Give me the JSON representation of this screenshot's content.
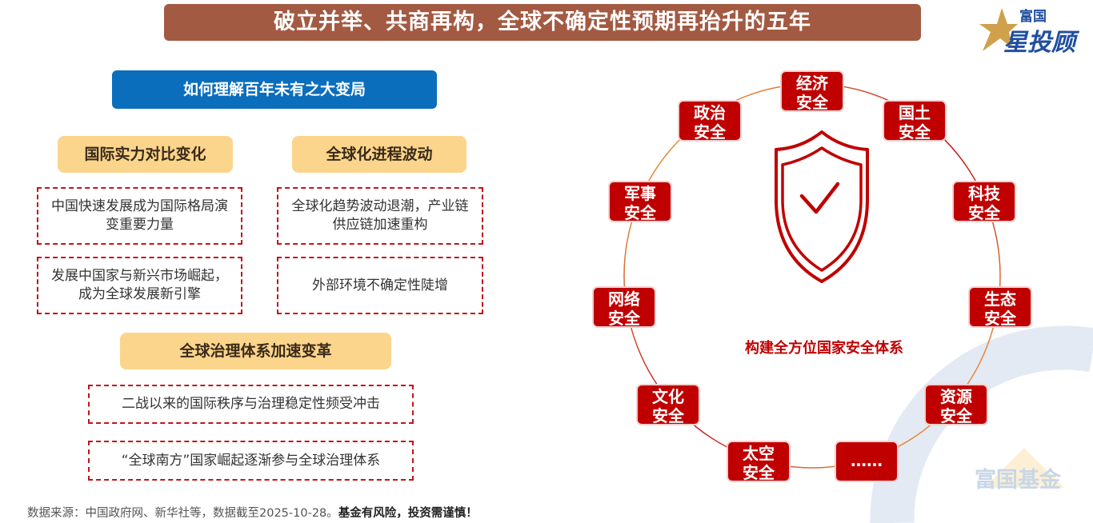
{
  "header": {
    "title": "破立并举、共商再构，全球不确定性预期再抬升的五年",
    "logo_top": "富国",
    "logo_bottom": "星投顾"
  },
  "left": {
    "question": "如何理解百年未有之大变局",
    "sections": [
      {
        "label": "国际实力对比变化",
        "items": [
          "中国快速发展成为国际格局演变重要力量",
          "发展中国家与新兴市场崛起，成为全球发展新引擎"
        ]
      },
      {
        "label": "全球化进程波动",
        "items": [
          "全球化趋势波动退潮，产业链供应链加速重构",
          "外部环境不确定性陡增"
        ]
      },
      {
        "label": "全球治理体系加速变革",
        "items": [
          "二战以来的国际秩序与治理稳定性频受冲击",
          "“全球南方”国家崛起逐渐参与全球治理体系"
        ]
      }
    ]
  },
  "right": {
    "center_label": "构建全方位国家安全体系",
    "nodes": [
      {
        "top": "经济",
        "bottom": "安全"
      },
      {
        "top": "国土",
        "bottom": "安全"
      },
      {
        "top": "科技",
        "bottom": "安全"
      },
      {
        "top": "生态",
        "bottom": "安全"
      },
      {
        "top": "资源",
        "bottom": "安全"
      },
      {
        "top": "……",
        "bottom": ""
      },
      {
        "top": "太空",
        "bottom": "安全"
      },
      {
        "top": "文化",
        "bottom": "安全"
      },
      {
        "top": "网络",
        "bottom": "安全"
      },
      {
        "top": "军事",
        "bottom": "安全"
      },
      {
        "top": "政治",
        "bottom": "安全"
      }
    ]
  },
  "footer": {
    "source": "数据来源：中国政府网、新华社等，数据截至2025-10-28。",
    "risk": "基金有风险，投资需谨慎！"
  },
  "watermark": "富国基金",
  "colors": {
    "title_bg": "#a35a42",
    "blue": "#0a6ebd",
    "yellow": "#fbd58b",
    "red": "#c00000"
  }
}
